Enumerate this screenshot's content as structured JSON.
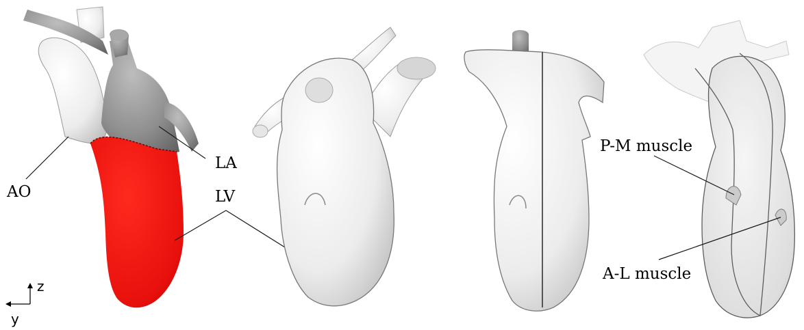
{
  "labels": {
    "ao": "AO",
    "la": "LA",
    "lv": "LV",
    "pm_muscle": "P-M muscle",
    "al_muscle": "A-L muscle"
  },
  "axes": {
    "z": "z",
    "y": "y"
  },
  "colors": {
    "lv_highlight": "#e8100c",
    "la_shade": "#8c8c8c",
    "surface": "#f0f0f0"
  }
}
